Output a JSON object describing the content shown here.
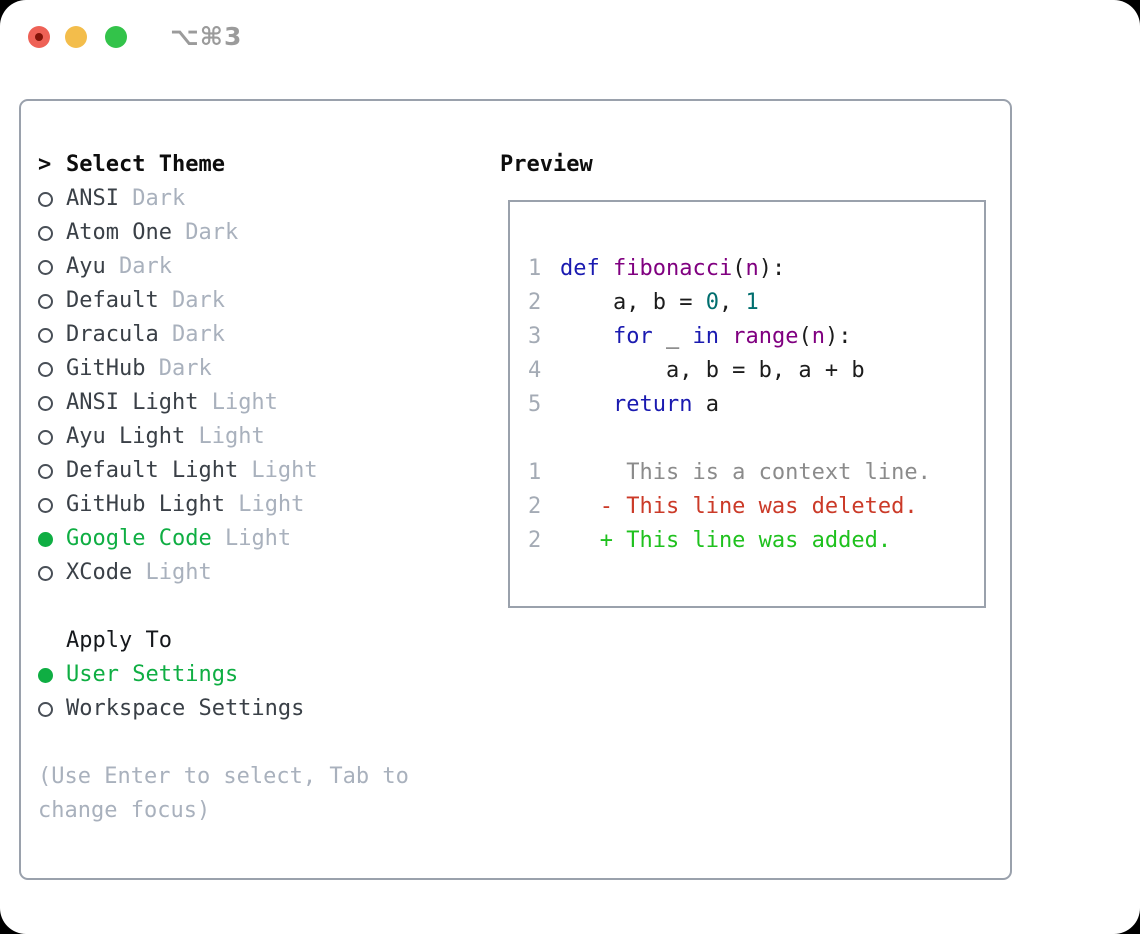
{
  "window": {
    "title": "⌥⌘3"
  },
  "titlebar": {
    "buttons": [
      "close",
      "minimize",
      "zoom"
    ]
  },
  "colors": {
    "keyword": "#1a1ab0",
    "function": "#800080",
    "literal": "#006e6e",
    "plain": "#1c1c1c",
    "line_number": "#a4abb5",
    "context": "#8b8b8b",
    "deleted": "#cb3a28",
    "added": "#1fc11e",
    "selection_green": "#0fae43",
    "muted": "#a9b1bd",
    "panel_border": "#9aa1ac",
    "traffic_red": "#ee6156",
    "traffic_yellow": "#f3bd4b",
    "traffic_green": "#33c34a"
  },
  "sidebar": {
    "cursor": ">",
    "header": "Select Theme",
    "themes": [
      {
        "name": "ANSI",
        "variant": "Dark",
        "selected": false
      },
      {
        "name": "Atom One",
        "variant": "Dark",
        "selected": false
      },
      {
        "name": "Ayu",
        "variant": "Dark",
        "selected": false
      },
      {
        "name": "Default",
        "variant": "Dark",
        "selected": false
      },
      {
        "name": "Dracula",
        "variant": "Dark",
        "selected": false
      },
      {
        "name": "GitHub",
        "variant": "Dark",
        "selected": false
      },
      {
        "name": "ANSI Light",
        "variant": "Light",
        "selected": false
      },
      {
        "name": "Ayu Light",
        "variant": "Light",
        "selected": false
      },
      {
        "name": "Default Light",
        "variant": "Light",
        "selected": false
      },
      {
        "name": "GitHub Light",
        "variant": "Light",
        "selected": false
      },
      {
        "name": "Google Code",
        "variant": "Light",
        "selected": true
      },
      {
        "name": "XCode",
        "variant": "Light",
        "selected": false
      }
    ],
    "apply_to": {
      "header": "Apply To",
      "options": [
        {
          "label": "User Settings",
          "selected": true
        },
        {
          "label": "Workspace Settings",
          "selected": false
        }
      ]
    },
    "hint_lines": [
      "(Use Enter to select, Tab to",
      "change focus)"
    ]
  },
  "preview": {
    "header": "Preview",
    "lines": [
      {
        "num": "1",
        "tokens": [
          {
            "t": "def",
            "c": "kw"
          },
          {
            "t": " ",
            "c": "pln"
          },
          {
            "t": "fibonacci",
            "c": "fn"
          },
          {
            "t": "(",
            "c": "pln"
          },
          {
            "t": "n",
            "c": "fn"
          },
          {
            "t": "):",
            "c": "pln"
          }
        ]
      },
      {
        "num": "2",
        "tokens": [
          {
            "t": "    a, b = ",
            "c": "pln"
          },
          {
            "t": "0",
            "c": "lit"
          },
          {
            "t": ", ",
            "c": "pln"
          },
          {
            "t": "1",
            "c": "lit"
          }
        ]
      },
      {
        "num": "3",
        "tokens": [
          {
            "t": "    ",
            "c": "pln"
          },
          {
            "t": "for",
            "c": "kw"
          },
          {
            "t": " _ ",
            "c": "pln"
          },
          {
            "t": "in",
            "c": "kw"
          },
          {
            "t": " ",
            "c": "pln"
          },
          {
            "t": "range",
            "c": "fn"
          },
          {
            "t": "(",
            "c": "pln"
          },
          {
            "t": "n",
            "c": "fn"
          },
          {
            "t": "):",
            "c": "pln"
          }
        ]
      },
      {
        "num": "4",
        "tokens": [
          {
            "t": "        a, b = b, a + b",
            "c": "pln"
          }
        ]
      },
      {
        "num": "5",
        "tokens": [
          {
            "t": "    ",
            "c": "pln"
          },
          {
            "t": "return",
            "c": "kw"
          },
          {
            "t": " a",
            "c": "pln"
          }
        ]
      },
      {
        "num": "",
        "tokens": []
      },
      {
        "num": "1",
        "tokens": [
          {
            "t": "     This is a context line.",
            "c": "ctx"
          }
        ]
      },
      {
        "num": "2",
        "tokens": [
          {
            "t": "   - This line was deleted.",
            "c": "del"
          }
        ]
      },
      {
        "num": "2",
        "tokens": [
          {
            "t": "   + This line was added.",
            "c": "add"
          }
        ]
      }
    ]
  }
}
